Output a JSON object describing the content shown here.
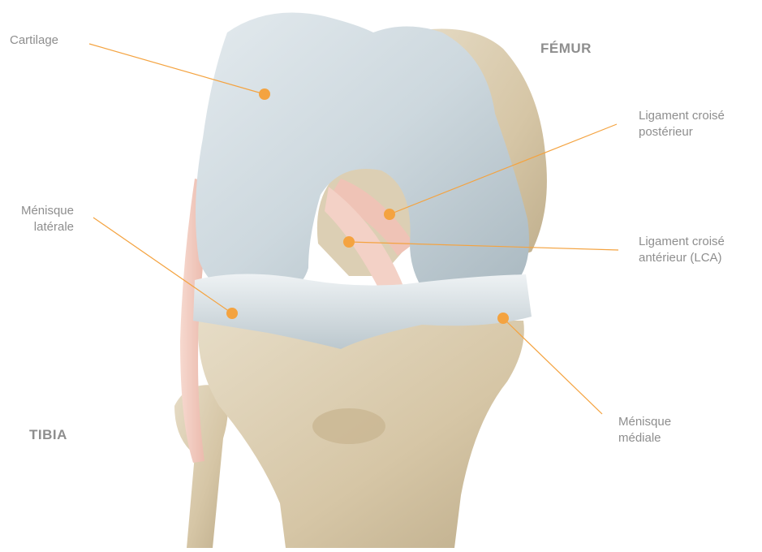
{
  "labels": {
    "cartilage": "Cartilage",
    "femur": "FÉMUR",
    "lcp": [
      "Ligament croisé",
      "postérieur"
    ],
    "menisque_laterale": [
      "Ménisque",
      "latérale"
    ],
    "lca": [
      "Ligament croisé",
      "antérieur (LCA)"
    ],
    "tibia": "TIBIA",
    "menisque_mediale": [
      "Ménisque",
      "médiale"
    ]
  },
  "colors": {
    "leader_line": "#f4a340",
    "marker": "#f4a340",
    "label_text": "#8e8e8e",
    "bone": "#d9cbb0",
    "cartilage": "#c9d4da",
    "ligament": "#f0c7bb"
  }
}
